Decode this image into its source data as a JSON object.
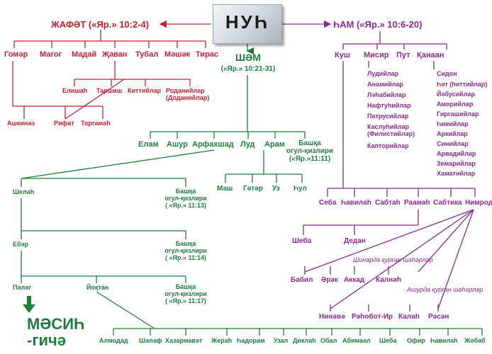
{
  "root": {
    "name": "НУҺ"
  },
  "japheth": {
    "title": "ЖАФӘТ («Яр.» 10:2-4)",
    "sons": [
      "Гомәр",
      "Магог",
      "Мадай",
      "Җаван",
      "Тубал",
      "Мәшәк",
      "Тирас"
    ],
    "javan_sons": [
      "Елишаһ",
      "Таршиш",
      "Киттийлар",
      "Роданийлар\n(Доданийлар)"
    ],
    "gomer_sons": [
      "Ашкиназ",
      "Рифат",
      "Торгамаһ"
    ]
  },
  "shem": {
    "title": "ШӘМ",
    "ref": "(«Яр.» 10:21-31)",
    "sons": [
      "Елам",
      "Ашур",
      "Арфахшад",
      "Луд",
      "Арам",
      "Башқа\nогул-қизлири\n(«Яр.»11:11)"
    ],
    "aram_sons": [
      "Маш",
      "Гәтәр",
      "Уз",
      "Һул"
    ],
    "line": [
      "Шелаһ",
      "Ебәр",
      "Пәләг",
      "Йоқтан"
    ],
    "others_shelah": "Башқа\nогул-қизлири\n( «Яр.» 11:13)",
    "others_eber": "Башқа\nогул-қизлири\n( «Яр.» 11:14)",
    "others_peleg": "Башқа\nогул-қизлири\n( «Яр.» 11:17)",
    "messiah": "МӘСИҺ\n-гичә",
    "joktan_sons": [
      "Алмодад",
      "Шәләф",
      "Хазармавәт",
      "Жераһ",
      "Һадорам",
      "Узал",
      "Диклаһ",
      "Обал",
      "Абимаәл",
      "Шеба",
      "Офир",
      "Һавилаһ",
      "Жобаб"
    ]
  },
  "ham": {
    "title": "ҺАМ («Яр.» 10:6-20)",
    "sons": [
      "Куш",
      "Мисир",
      "Пут",
      "Қанаан"
    ],
    "mizraim_sons": [
      "Лудийлар",
      "Анамийлар",
      "Ләһабийлар",
      "Нафтуһийлар",
      "Патрусийлар",
      "Каслуһийлар\n(Филистийләр)",
      "Капторийлар"
    ],
    "canaan_sons": [
      "Сидон",
      "Һәт (һиттийлар)",
      "Йәбусийлар",
      "Аморийлар",
      "Гиргашийлар",
      "Һивийлар",
      "Аркийлар",
      "Синийлар",
      "Арвадийлар",
      "Земарийлар",
      "Хаматийлар"
    ],
    "cush_sons": [
      "Себа",
      "Һавилаһ",
      "Сабтаһ",
      "Раамаһ",
      "Сабтика",
      "Нимрод"
    ],
    "raamah_sons": [
      "Шеба",
      "Дедан"
    ],
    "shinar_note": "Шинарда қурған шәһәрләр",
    "shinar_cities": [
      "Бабил",
      "Әрәк",
      "Аккад",
      "Калнәһ"
    ],
    "assyria_note": "Ашурда қурған шәһәрләр",
    "assyria_cities": [
      "Нинәвә",
      "Рәһобот-Ир",
      "Калаһ",
      "Рәсән"
    ]
  },
  "colors": {
    "japheth": "#c8202f",
    "shem": "#1e7d3a",
    "ham": "#8a2a8f"
  }
}
